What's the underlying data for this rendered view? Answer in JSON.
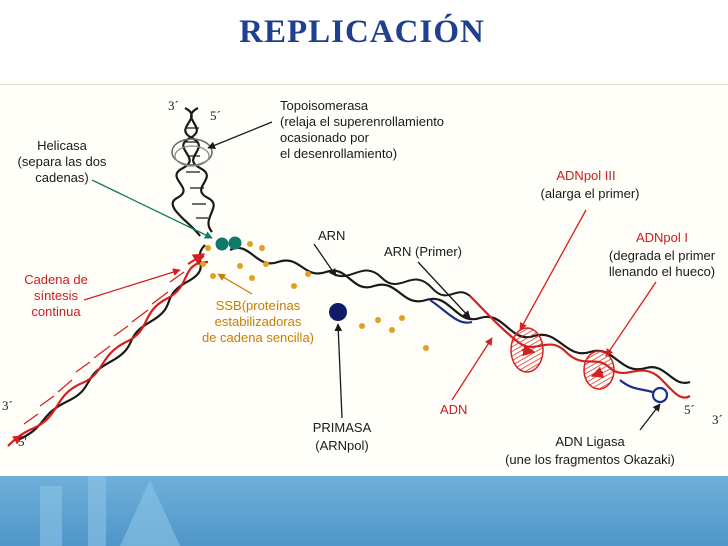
{
  "title": "REPLICACIÓN",
  "labels": {
    "topoisomerasa": [
      "Topoisomerasa",
      "(relaja el superenrollamiento",
      "ocasionado por",
      "el desenrollamiento)"
    ],
    "helicasa": [
      "Helicasa",
      "(separa las dos",
      "cadenas)"
    ],
    "arn": "ARN",
    "arn_primer": "ARN (Primer)",
    "adnpol3": [
      "ADNpol III",
      "(alarga el primer)"
    ],
    "adnpol1": [
      "ADNpol I",
      "(degrada el primer",
      "llenando el hueco)"
    ],
    "cadena": [
      "Cadena de",
      "síntesis",
      "continua"
    ],
    "ssb": [
      "SSB(proteínas",
      "estabilizadoras",
      "de cadena sencilla)"
    ],
    "adn": "ADN",
    "primasa": [
      "PRIMASA",
      "(ARNpol)"
    ],
    "ligasa": [
      "ADN Ligasa",
      "(une los fragmentos Okazaki)"
    ],
    "end_3_top": "3´",
    "end_5_top": "5´",
    "end_3_left": "3´",
    "end_5_left": "5'",
    "end_5_right": "5´",
    "end_3_right": "3´"
  },
  "colors": {
    "title": "#1f3f8f",
    "dna_black": "#1a1a1a",
    "dna_red": "#d42020",
    "rna_blue": "#1c2f8a",
    "ssb_yellow": "#e0a020",
    "helicase_teal": "#0f7a6a",
    "primase_navy": "#101c6a",
    "band_blue": "#5a9fd0"
  }
}
